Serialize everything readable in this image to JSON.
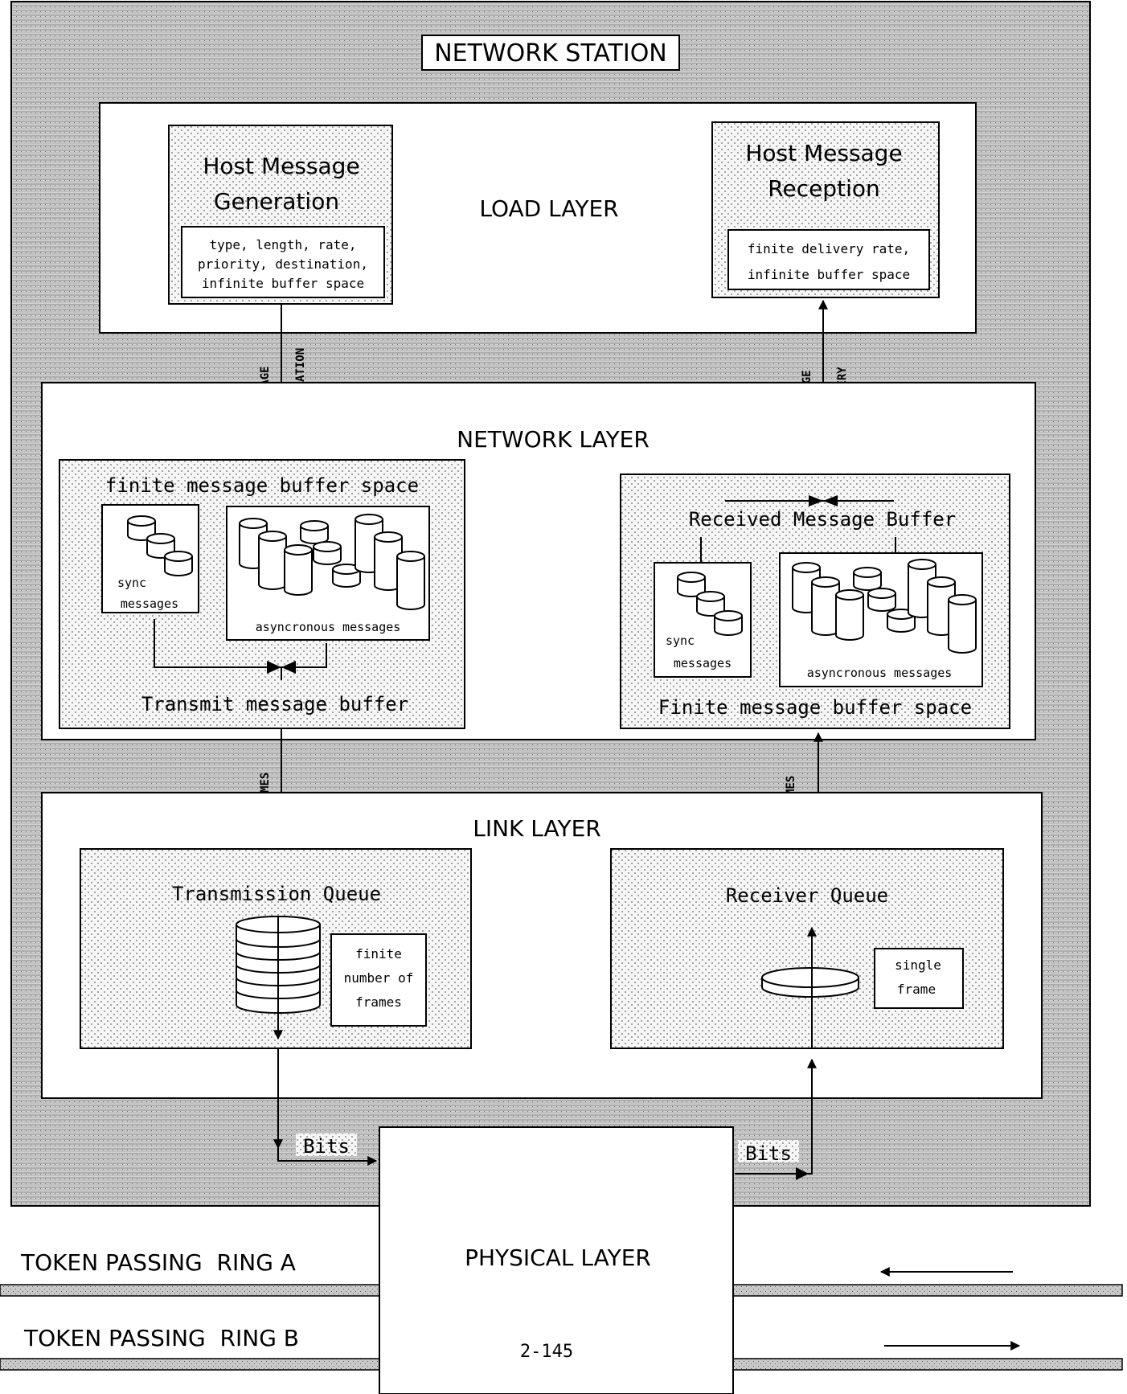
{
  "station_title": "NETWORK STATION",
  "load_layer": {
    "title": "LOAD LAYER",
    "generation": {
      "title_line1": "Host Message",
      "title_line2": "Generation",
      "params_line1": "type, length, rate,",
      "params_line2": "priority, destination,",
      "params_line3": "infinite buffer space"
    },
    "reception": {
      "title_line1": "Host Message",
      "title_line2": "Reception",
      "params_line1": "finite delivery rate,",
      "params_line2": "infinite buffer space"
    }
  },
  "interfaces": {
    "message_generation": [
      "MESSAGE",
      "GENERATION"
    ],
    "message_delivery": [
      "MESSAGE",
      "DELIVERY"
    ],
    "frames_down": "FRAMES",
    "frames_up": "FRAMES",
    "bits_out": "Bits",
    "bits_in": "Bits"
  },
  "network_layer": {
    "title": "NETWORK LAYER",
    "transmit": {
      "top_label": "finite message buffer space",
      "sync_line1": "sync",
      "sync_line2": "messages",
      "async_label": "asyncronous messages",
      "bottom_label": "Transmit message buffer"
    },
    "receive": {
      "top_label": "Received Message Buffer",
      "sync_line1": "sync",
      "sync_line2": "messages",
      "async_label": "asyncronous messages",
      "bottom_label": "Finite message buffer space"
    }
  },
  "link_layer": {
    "title": "LINK LAYER",
    "transmission_queue": {
      "title": "Transmission Queue",
      "note_line1": "finite",
      "note_line2": "number of",
      "note_line3": "frames"
    },
    "receiver_queue": {
      "title": "Receiver Queue",
      "note_line1": "single",
      "note_line2": "frame"
    }
  },
  "physical_layer": {
    "title": "PHYSICAL LAYER"
  },
  "rings": {
    "ring_a": "TOKEN PASSING  RING A",
    "ring_b": "TOKEN PASSING  RING B"
  },
  "page_number": "2-145"
}
